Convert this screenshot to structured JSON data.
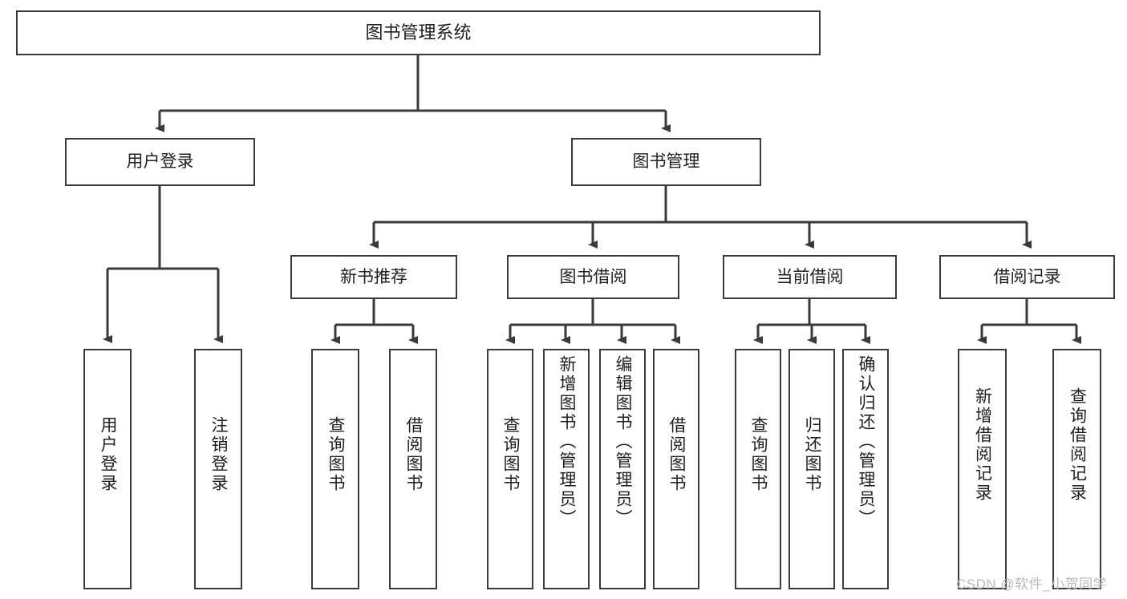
{
  "diagram": {
    "title": "图书管理系统",
    "type": "hierarchy-tree",
    "root": {
      "label": "图书管理系统"
    },
    "level2": [
      {
        "label": "用户登录"
      },
      {
        "label": "图书管理"
      }
    ],
    "level3": [
      {
        "label": "新书推荐"
      },
      {
        "label": "图书借阅"
      },
      {
        "label": "当前借阅"
      },
      {
        "label": "借阅记录"
      }
    ],
    "leaves": {
      "user_login": [
        {
          "label": "用户登录"
        },
        {
          "label": "注销登录"
        }
      ],
      "new_book_recommend": [
        {
          "label": "查询图书"
        },
        {
          "label": "借阅图书"
        }
      ],
      "book_borrow": [
        {
          "label": "查询图书"
        },
        {
          "label": "新增图书（管理员）"
        },
        {
          "label": "编辑图书（管理员）"
        },
        {
          "label": "借阅图书"
        }
      ],
      "current_borrow": [
        {
          "label": "查询图书"
        },
        {
          "label": "归还图书"
        },
        {
          "label": "确认归还（管理员）"
        }
      ],
      "borrow_record": [
        {
          "label": "新增借阅记录"
        },
        {
          "label": "查询借阅记录"
        }
      ]
    }
  },
  "watermark": {
    "text": "CSDN @软件_小贺同学"
  },
  "colors": {
    "stroke": "#3a3a3a",
    "fill": "#ffffff",
    "text": "#1f1f1f",
    "watermark": "#b9b9b9"
  }
}
